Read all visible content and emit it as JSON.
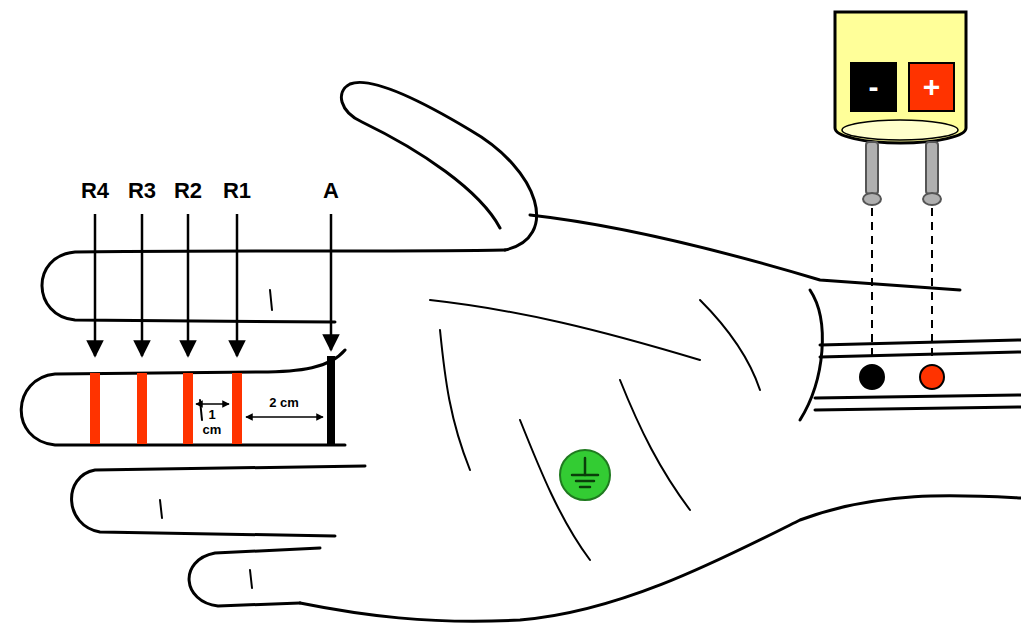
{
  "diagram": {
    "nodes": [
      {
        "text": [
          "-"
        ]
      },
      {
        "text": [
          "+"
        ]
      }
    ],
    "labels": [
      "R4",
      "R3",
      "R2",
      "R1",
      "A",
      "1 cm",
      "2 cm"
    ]
  }
}
